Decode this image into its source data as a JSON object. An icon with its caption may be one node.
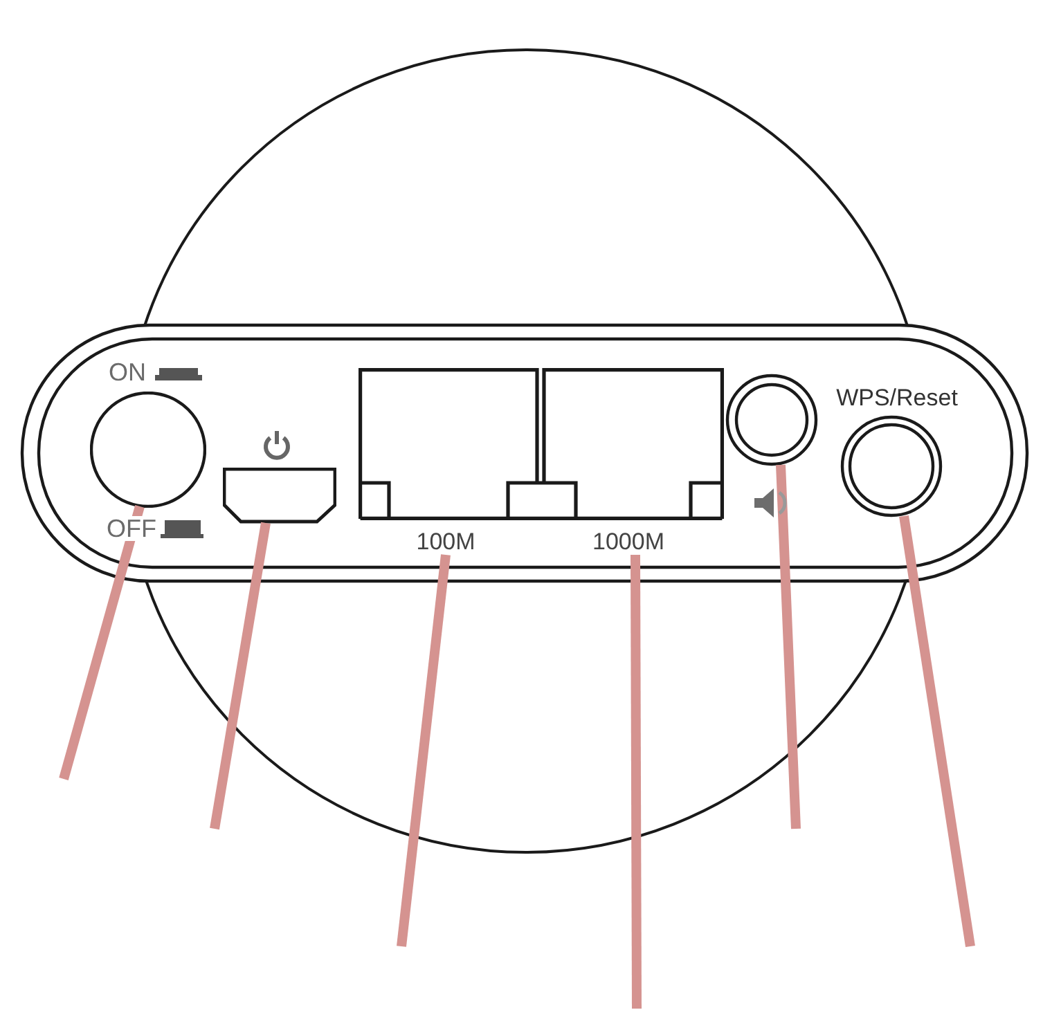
{
  "diagram": {
    "nodes": [
      {
        "text": [],
        "shape": "circle",
        "beside": [
          "ON",
          "OFF"
        ]
      },
      {
        "text": [],
        "shape": "box"
      },
      {
        "text": [
          "100M"
        ]
      },
      {
        "text": [
          "1000M"
        ]
      },
      {
        "text": [],
        "shape": "circle"
      },
      {
        "text": [],
        "shape": "circle",
        "beside": [
          "WPS/Reset"
        ]
      }
    ],
    "edges": [
      {
        "from": null,
        "to": 0,
        "arrow": "none"
      },
      {
        "from": null,
        "to": 1,
        "arrow": "none"
      },
      {
        "from": null,
        "to": 2,
        "arrow": "none"
      },
      {
        "from": null,
        "to": 3,
        "arrow": "none"
      },
      {
        "from": null,
        "to": 4,
        "arrow": "none"
      },
      {
        "from": null,
        "to": 5,
        "arrow": "none"
      }
    ]
  }
}
